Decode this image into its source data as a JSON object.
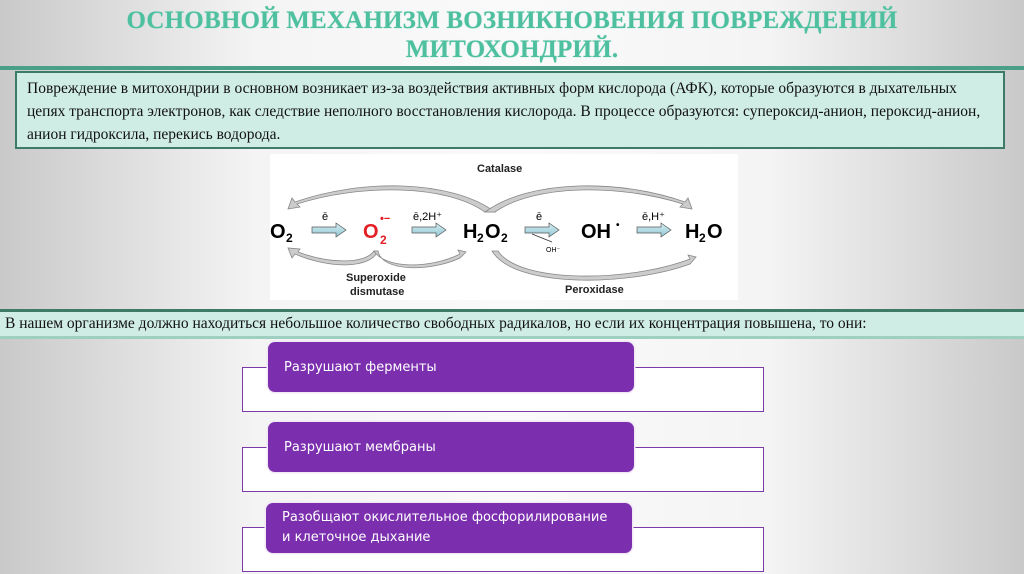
{
  "title": {
    "line1": "ОСНОВНОЙ МЕХАНИЗМ ВОЗНИКНОВЕНИЯ ПОВРЕЖДЕНИЙ",
    "line2": "МИТОХОНДРИЙ."
  },
  "intro": "Повреждение в митохондрии в основном возникает из-за воздействия активных форм кислорода (АФК), которые образуются в дыхательных цепях транспорта электронов, как следствие неполного восстановления кислорода. В процессе образуются: супероксид-анион, пероксид-анион, анион гидроксила, перекись водорода.",
  "diagram": {
    "catalase": "Catalase",
    "sod1": "Superoxide",
    "sod2": "dismutase",
    "peroxidase": "Peroxidase",
    "o2": "O",
    "superoxide": "O",
    "h2o2_h": "H",
    "h2o2_o": "O",
    "oh": "OH",
    "h2o_h": "H",
    "h2o_o": "O",
    "sub2": "2",
    "e1": "ē",
    "e2": "ē,2H⁺",
    "e3": "ē",
    "e4": "ē,H⁺",
    "oh_minus": "OH⁻",
    "radical": "•−",
    "dot": "•"
  },
  "statement": "В нашем организме должно находиться небольшое количество свободных радикалов, но если их концентрация повышена, то они:",
  "effects": [
    "Разрушают ферменты",
    "Разрушают мембраны",
    "Разобщают окислительное фосфорилирование и клеточное дыхание"
  ],
  "colors": {
    "title": "#4ec0a0",
    "box": "#d0ede5",
    "purple": "#7b2fae",
    "red": "#e31e24"
  }
}
